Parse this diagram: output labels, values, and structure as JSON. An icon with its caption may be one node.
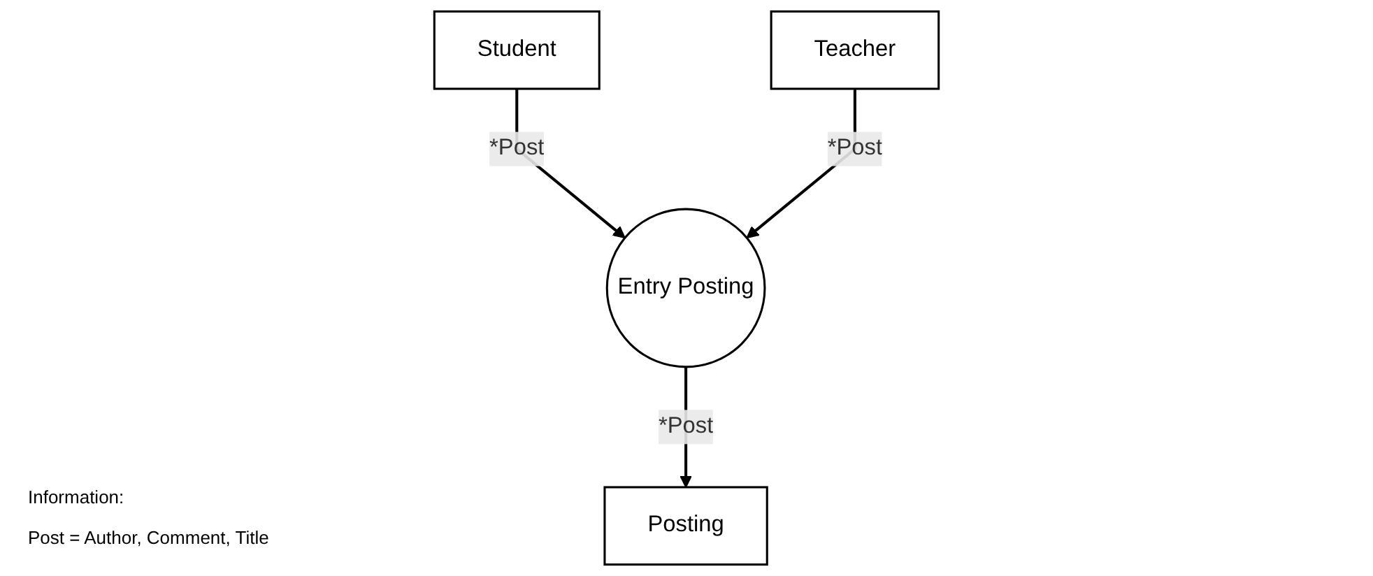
{
  "diagram": {
    "nodes": [
      {
        "text": [
          "Student"
        ]
      },
      {
        "text": [
          "Entry Posting"
        ]
      },
      {
        "text": [
          "Teacher"
        ]
      },
      {
        "text": [
          "Posting"
        ]
      }
    ],
    "edges": [
      {
        "from": 0,
        "to": 1,
        "arrow": "to",
        "label": "*Post"
      },
      {
        "from": 2,
        "to": 1,
        "arrow": "to",
        "label": "*Post"
      },
      {
        "from": 1,
        "to": 3,
        "arrow": "to",
        "label": "*Post"
      }
    ],
    "labels": [
      "Information:",
      "Post = Author, Comment, Title"
    ]
  }
}
